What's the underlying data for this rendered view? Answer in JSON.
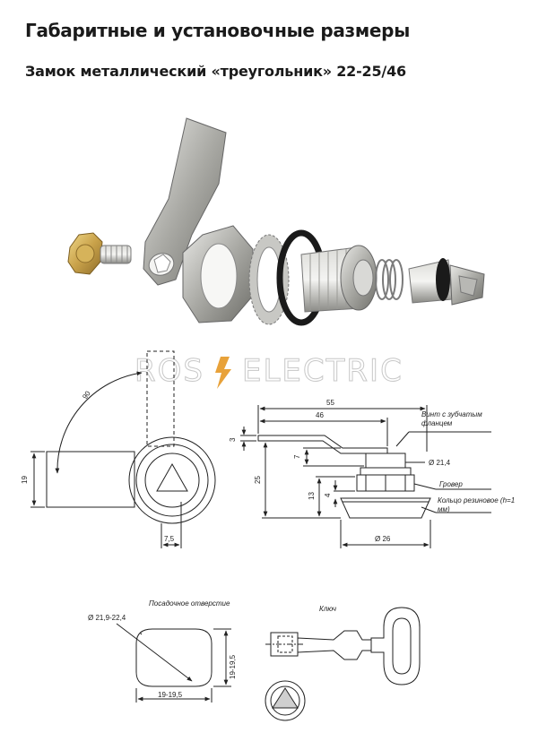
{
  "header": {
    "title": "Габаритные и установочные размеры",
    "subtitle": "Замок металлический «треугольник» 22-25/46"
  },
  "watermark": {
    "left": "ROS",
    "right": "ELECTRIC",
    "bolt_color": "#e8a23a"
  },
  "front_view": {
    "angle": "90",
    "height": "19",
    "offset": "7,5"
  },
  "side_view": {
    "total_length": "55",
    "arm_length": "46",
    "thickness": "3",
    "offset": "7",
    "height": "25",
    "body_height": "13",
    "nut_height": "4",
    "thread_diameter": "Ø 21,4",
    "base_diameter": "Ø 26",
    "label_screw": "Винт с зубчатым фланцем",
    "label_groove": "Гровер",
    "label_ring": "Кольцо резиновое (h=1 мм)"
  },
  "mount_hole": {
    "title": "Посадочное отверстие",
    "diameter": "Ø 21,9-22,4",
    "height": "19-19,5",
    "width": "19-19,5"
  },
  "key": {
    "title": "Ключ"
  }
}
